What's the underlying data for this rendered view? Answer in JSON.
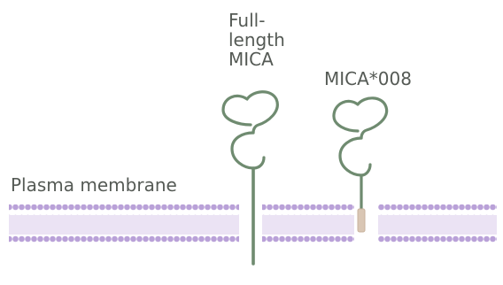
{
  "labels": {
    "full_length_line1": "Full-",
    "full_length_line2": "length",
    "full_length_line3": "MICA",
    "mica008": "MICA*008",
    "membrane": "Plasma membrane"
  },
  "colors": {
    "membrane": "#b9a1d8",
    "membrane_dark": "#9e84c6",
    "protein_stroke": "#6f8b70",
    "protein_fill": "#ffffff",
    "gpi_anchor": "#d9c6b4"
  }
}
